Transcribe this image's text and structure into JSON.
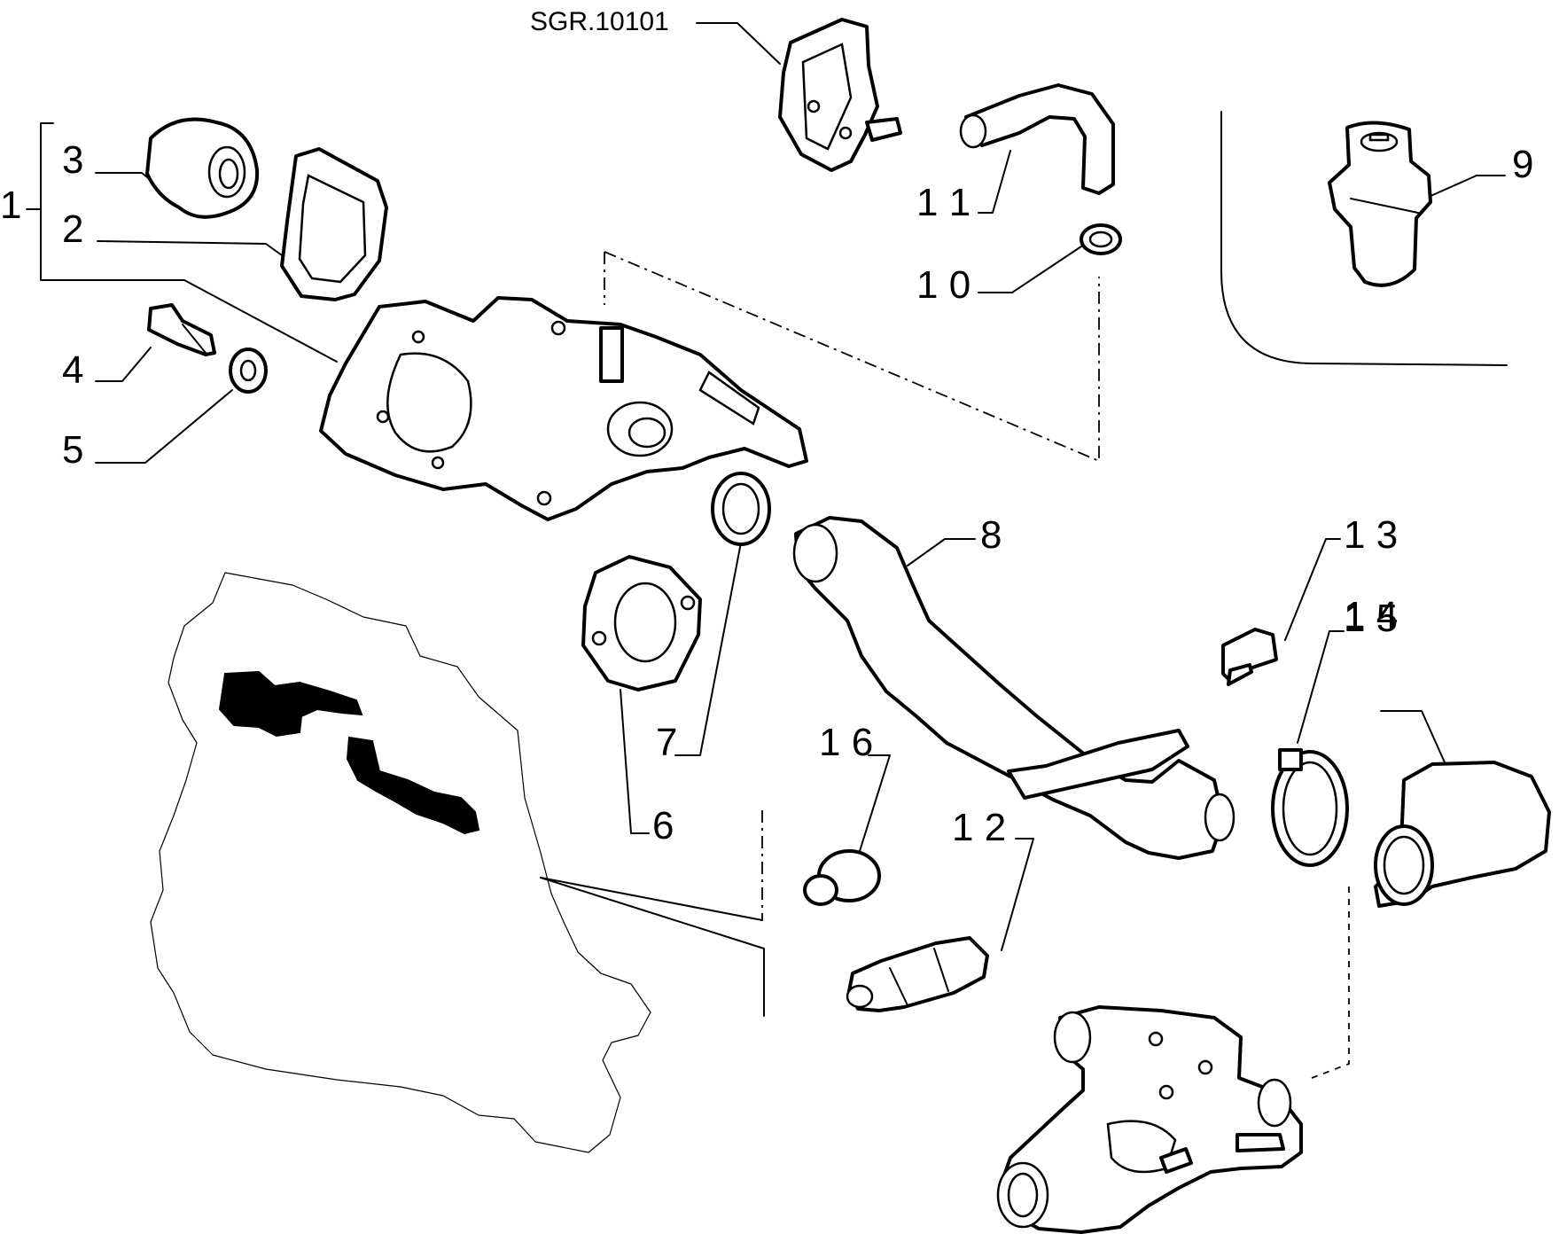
{
  "reference": "SGR.10101",
  "callouts": {
    "c1": "1",
    "c2": "2",
    "c3": "3",
    "c4": "4",
    "c5": "5",
    "c6": "6",
    "c7": "7",
    "c8": "8",
    "c9": "9",
    "c10": "1 0",
    "c11": "1 1",
    "c12": "1 2",
    "c13": "1 3",
    "c14": "1 4",
    "c15": "1 5",
    "c16": "1 6"
  }
}
